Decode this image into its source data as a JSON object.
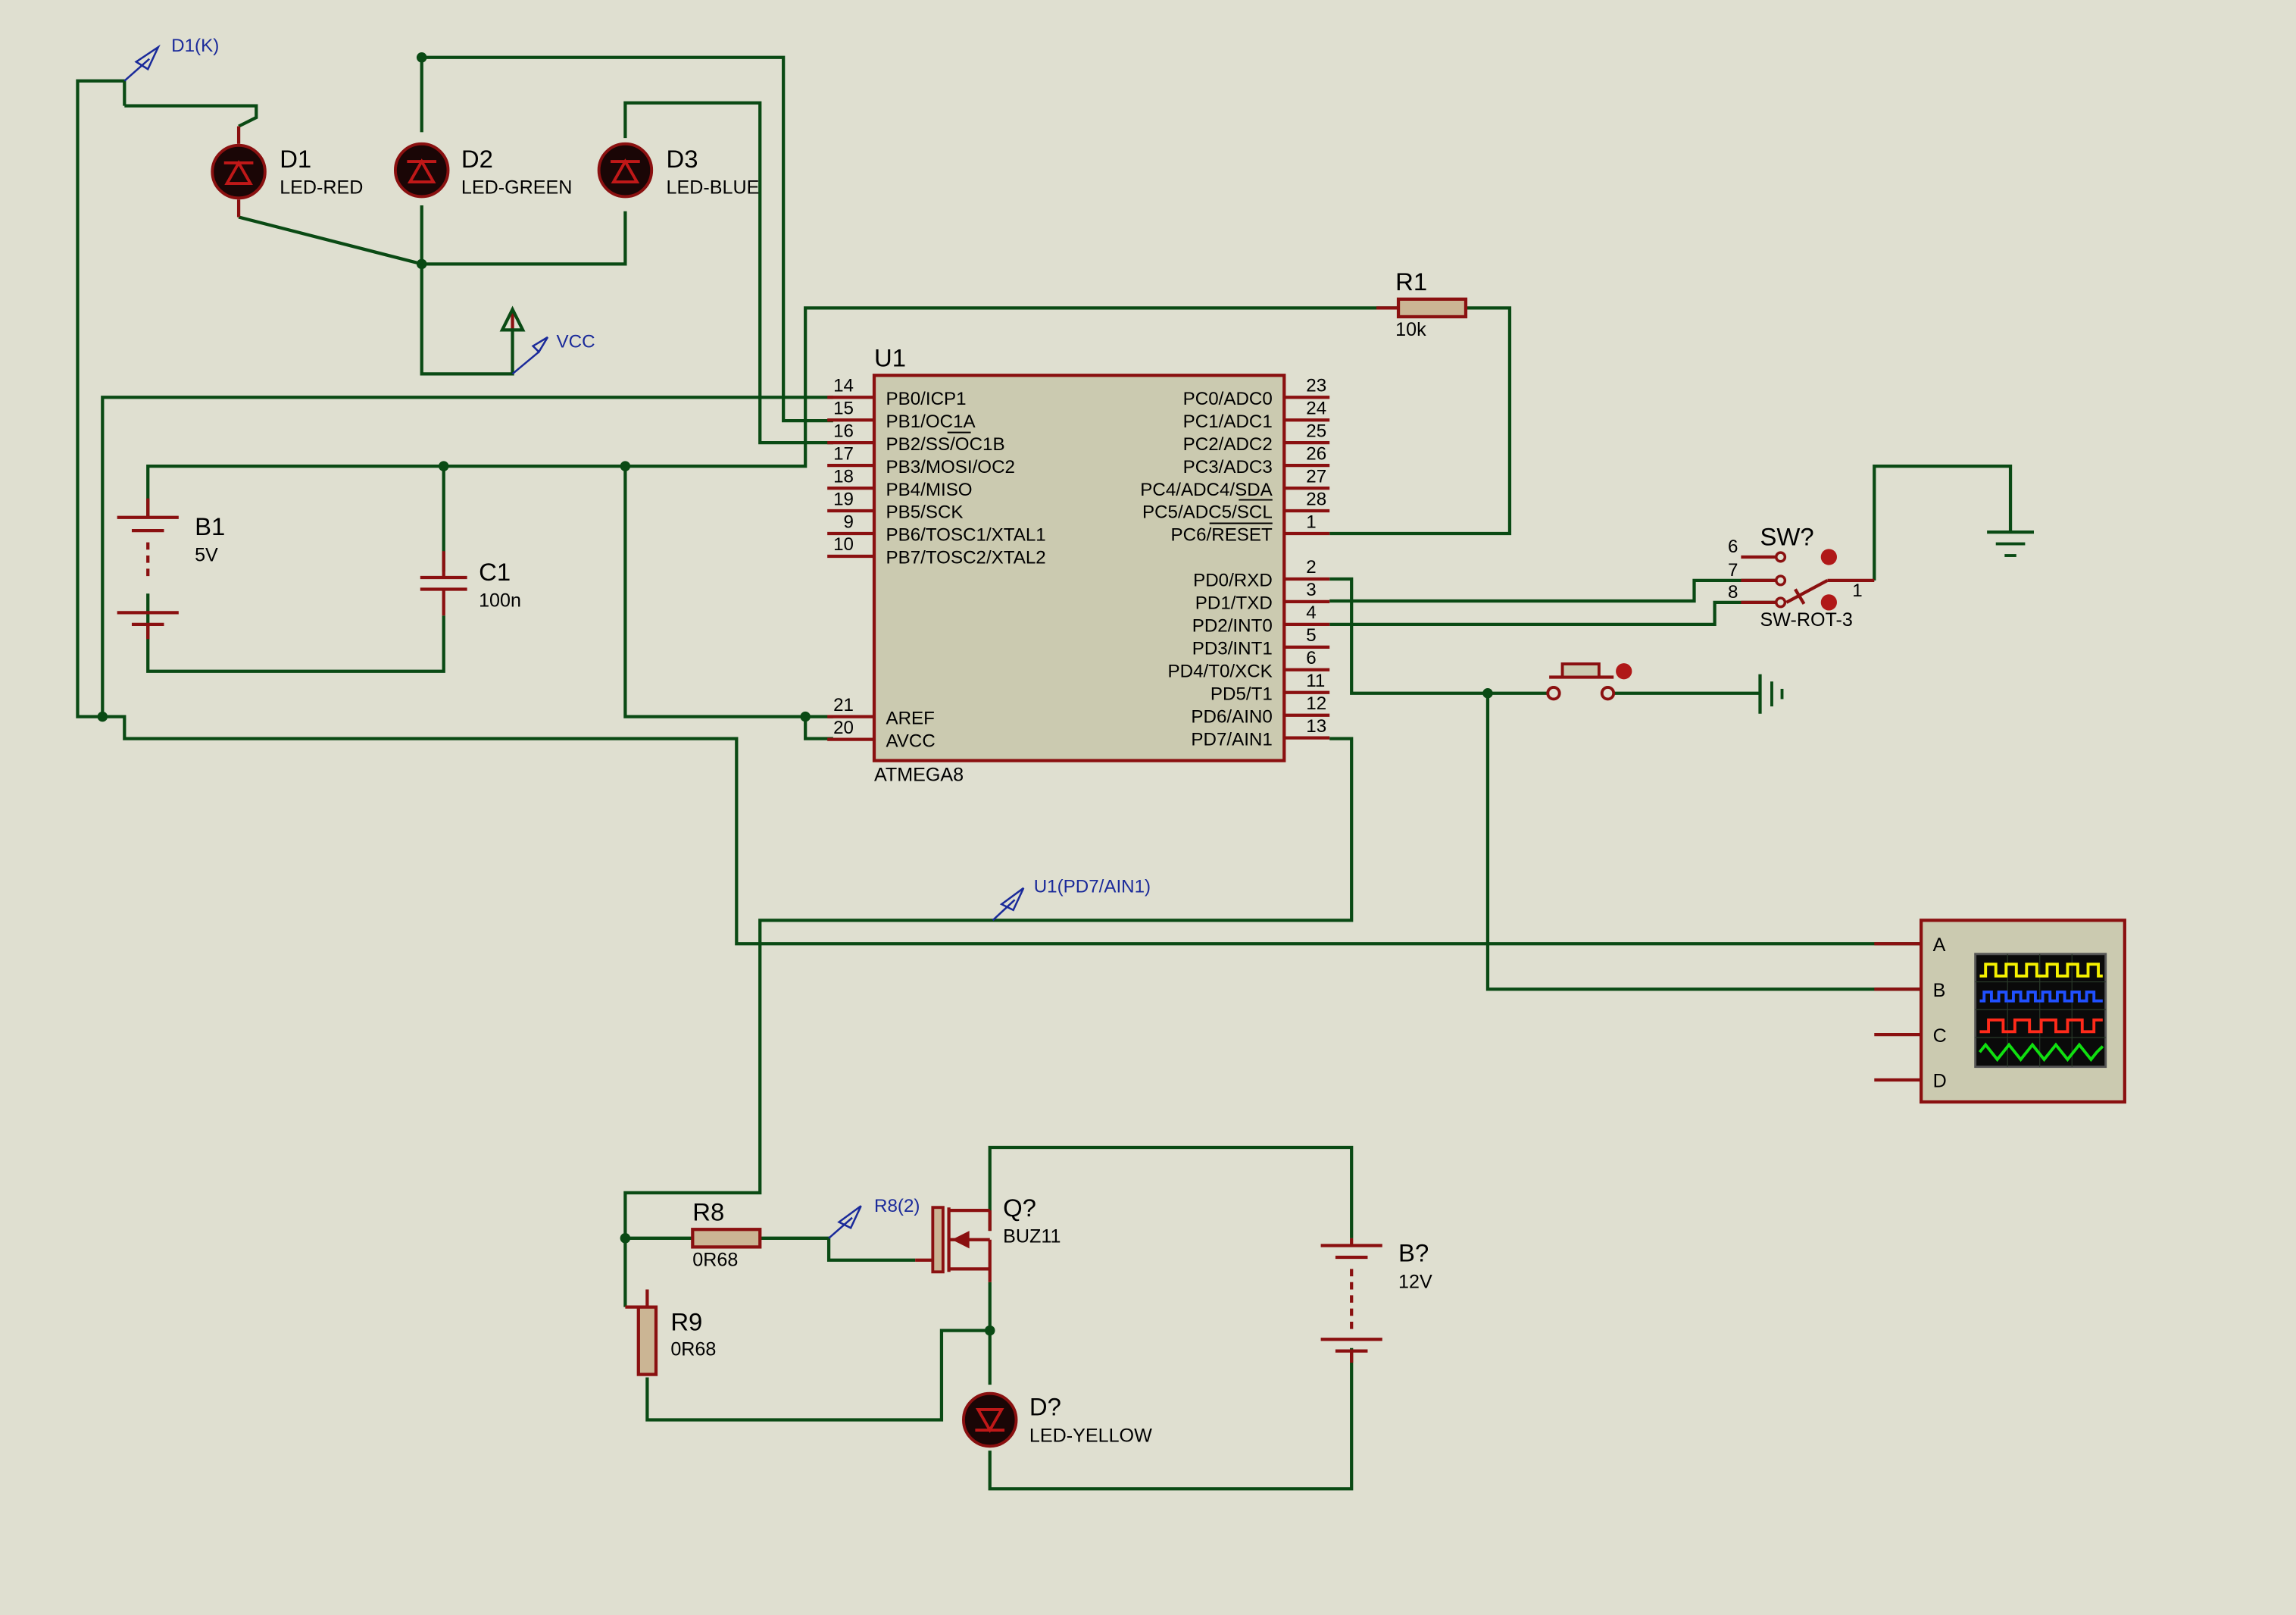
{
  "mcu": {
    "ref": "U1",
    "type": "ATMEGA8",
    "left_pins": [
      {
        "num": "14",
        "name": "PB0/ICP1"
      },
      {
        "num": "15",
        "name": "PB1/OC1A"
      },
      {
        "num": "16",
        "name": "PB2/SS/OC1B"
      },
      {
        "num": "17",
        "name": "PB3/MOSI/OC2"
      },
      {
        "num": "18",
        "name": "PB4/MISO"
      },
      {
        "num": "19",
        "name": "PB5/SCK"
      },
      {
        "num": "9",
        "name": "PB6/TOSC1/XTAL1"
      },
      {
        "num": "10",
        "name": "PB7/TOSC2/XTAL2"
      }
    ],
    "left_power": [
      {
        "num": "21",
        "name": "AREF"
      },
      {
        "num": "20",
        "name": "AVCC"
      }
    ],
    "right_c": [
      {
        "num": "23",
        "name": "PC0/ADC0"
      },
      {
        "num": "24",
        "name": "PC1/ADC1"
      },
      {
        "num": "25",
        "name": "PC2/ADC2"
      },
      {
        "num": "26",
        "name": "PC3/ADC3"
      },
      {
        "num": "27",
        "name": "PC4/ADC4/SDA"
      },
      {
        "num": "28",
        "name": "PC5/ADC5/SCL"
      },
      {
        "num": "1",
        "name": "PC6/RESET"
      }
    ],
    "right_d": [
      {
        "num": "2",
        "name": "PD0/RXD"
      },
      {
        "num": "3",
        "name": "PD1/TXD"
      },
      {
        "num": "4",
        "name": "PD2/INT0"
      },
      {
        "num": "5",
        "name": "PD3/INT1"
      },
      {
        "num": "6",
        "name": "PD4/T0/XCK"
      },
      {
        "num": "11",
        "name": "PD5/T1"
      },
      {
        "num": "12",
        "name": "PD6/AIN0"
      },
      {
        "num": "13",
        "name": "PD7/AIN1"
      }
    ]
  },
  "leds": [
    {
      "ref": "D1",
      "value": "LED-RED"
    },
    {
      "ref": "D2",
      "value": "LED-GREEN"
    },
    {
      "ref": "D3",
      "value": "LED-BLUE"
    },
    {
      "ref": "D?",
      "value": "LED-YELLOW"
    }
  ],
  "resistors": [
    {
      "ref": "R1",
      "value": "10k"
    },
    {
      "ref": "R8",
      "value": "0R68"
    },
    {
      "ref": "R9",
      "value": "0R68"
    }
  ],
  "batteries": [
    {
      "ref": "B1",
      "value": "5V"
    },
    {
      "ref": "B?",
      "value": "12V"
    }
  ],
  "capacitor": {
    "ref": "C1",
    "value": "100n"
  },
  "mosfet": {
    "ref": "Q?",
    "value": "BUZ11"
  },
  "rotary_switch": {
    "ref": "SW?",
    "value": "SW-ROT-3",
    "pins": [
      "6",
      "7",
      "8",
      "1"
    ]
  },
  "power_label": "VCC",
  "probes": [
    "D1(K)",
    "U1(PD7/AIN1)",
    "R8(2)"
  ],
  "scope_channels": [
    "A",
    "B",
    "C",
    "D"
  ],
  "colors": {
    "background": "#dfdfd0",
    "wire": "#0a4a14",
    "component": "#8a1010",
    "body_fill": "#cbcab0",
    "probe": "#1a2a9a"
  }
}
